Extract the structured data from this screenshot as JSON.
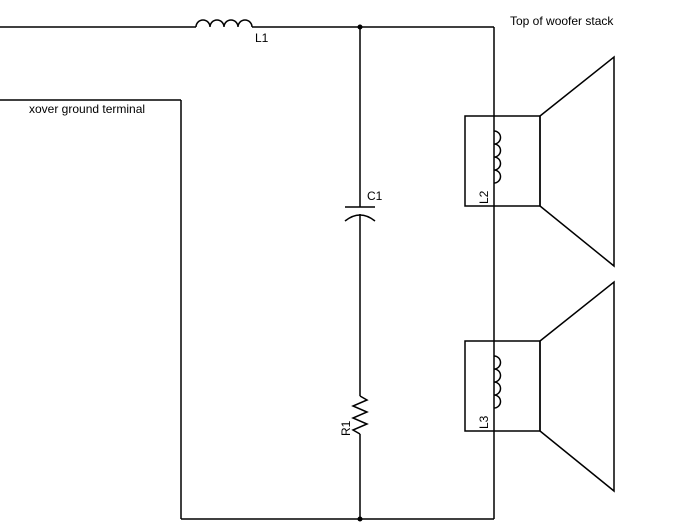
{
  "labels": {
    "L1": "L1",
    "C1": "C1",
    "R1": "R1",
    "L2": "L2",
    "L3": "L3",
    "ground_terminal": "xover ground terminal",
    "woofer_top": "Top of woofer stack"
  },
  "components": [
    {
      "ref": "L1",
      "type": "inductor"
    },
    {
      "ref": "C1",
      "type": "capacitor"
    },
    {
      "ref": "R1",
      "type": "resistor"
    },
    {
      "ref": "L2",
      "type": "woofer voice coil"
    },
    {
      "ref": "L3",
      "type": "woofer voice coil"
    }
  ]
}
